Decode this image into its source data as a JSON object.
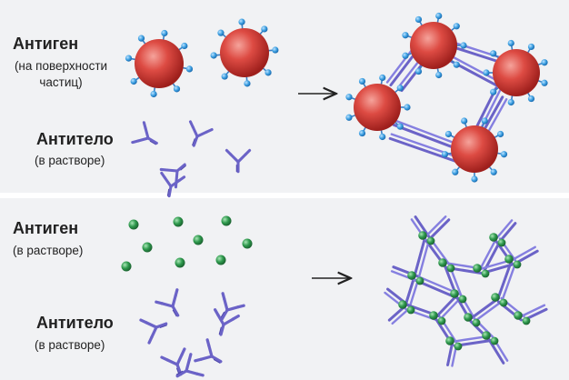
{
  "top_panel": {
    "antigen_title": "Антиген",
    "antigen_note_line1": "(на поверхности",
    "antigen_note_line2": "частиц)",
    "antibody_title": "Антитело",
    "antibody_note": "(в растворе)"
  },
  "bottom_panel": {
    "antigen_title": "Антиген",
    "antigen_note": "(в растворе)",
    "antibody_title": "Антитело",
    "antibody_note": "(в растворе)"
  },
  "colors": {
    "particle": "#d9463f",
    "particle_spike": "#3a9ee0",
    "antibody": "#6b63c7",
    "soluble_antigen": "#2f9a4e",
    "arrow": "#222222"
  }
}
